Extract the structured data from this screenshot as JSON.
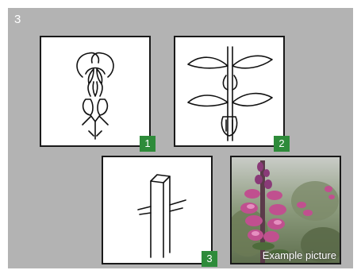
{
  "step_number": "3",
  "cards": [
    {
      "badge": "1",
      "icon": "flower-head-drawing"
    },
    {
      "badge": "2",
      "icon": "leaf-pairs-drawing"
    },
    {
      "badge": "3",
      "icon": "square-stem-drawing"
    }
  ],
  "photo": {
    "caption": "Example picture",
    "icon": "purple-flower-photo"
  },
  "colors": {
    "background": "#b3b3b3",
    "badge": "#2e8b3a",
    "frame": "#1a1a1a"
  }
}
